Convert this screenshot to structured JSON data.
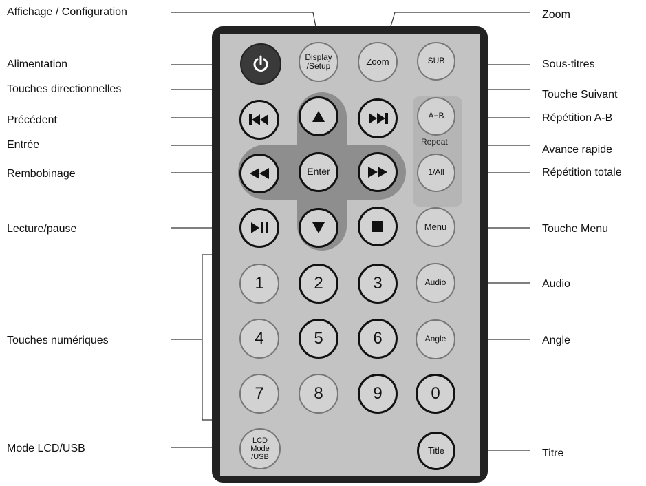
{
  "left_labels": {
    "affichage": "Affichage / Configuration",
    "alimentation": "Alimentation",
    "directionnelles": "Touches directionnelles",
    "precedent": "Précédent",
    "entree": "Entrée",
    "rembobinage": "Rembobinage",
    "lecture": "Lecture/pause",
    "numeriques": "Touches numériques",
    "mode_lcd": "Mode LCD/USB"
  },
  "right_labels": {
    "zoom": "Zoom",
    "sous_titres": "Sous-titres",
    "suivant": "Touche Suivant",
    "repetition_ab": "Répétition A-B",
    "avance": "Avance rapide",
    "repetition_totale": "Répétition totale",
    "menu": "Touche Menu",
    "audio": "Audio",
    "angle": "Angle",
    "titre": "Titre"
  },
  "buttons": {
    "display_setup": "Display\n/Setup",
    "zoom": "Zoom",
    "sub": "SUB",
    "ab": "A−B",
    "repeat": "Repeat",
    "all": "1/All",
    "enter": "Enter",
    "menu": "Menu",
    "audio": "Audio",
    "angle": "Angle",
    "lcd_mode": "LCD\nMode\n/USB",
    "title": "Title"
  },
  "digits": [
    "1",
    "2",
    "3",
    "4",
    "5",
    "6",
    "7",
    "8",
    "9",
    "0"
  ],
  "icons": {
    "power": "power-icon",
    "up": "arrow-up-icon",
    "down": "arrow-down-icon",
    "prev": "skip-previous-icon",
    "next": "skip-next-icon",
    "rewind": "rewind-icon",
    "forward": "fast-forward-icon",
    "play_pause": "play-pause-icon",
    "stop": "stop-icon"
  },
  "colors": {
    "remote_body": "#222222",
    "remote_face": "#c3c3c3",
    "dpad": "#8e8e8e",
    "button": "#d2d2d2",
    "power_button": "#3a3a3a"
  }
}
